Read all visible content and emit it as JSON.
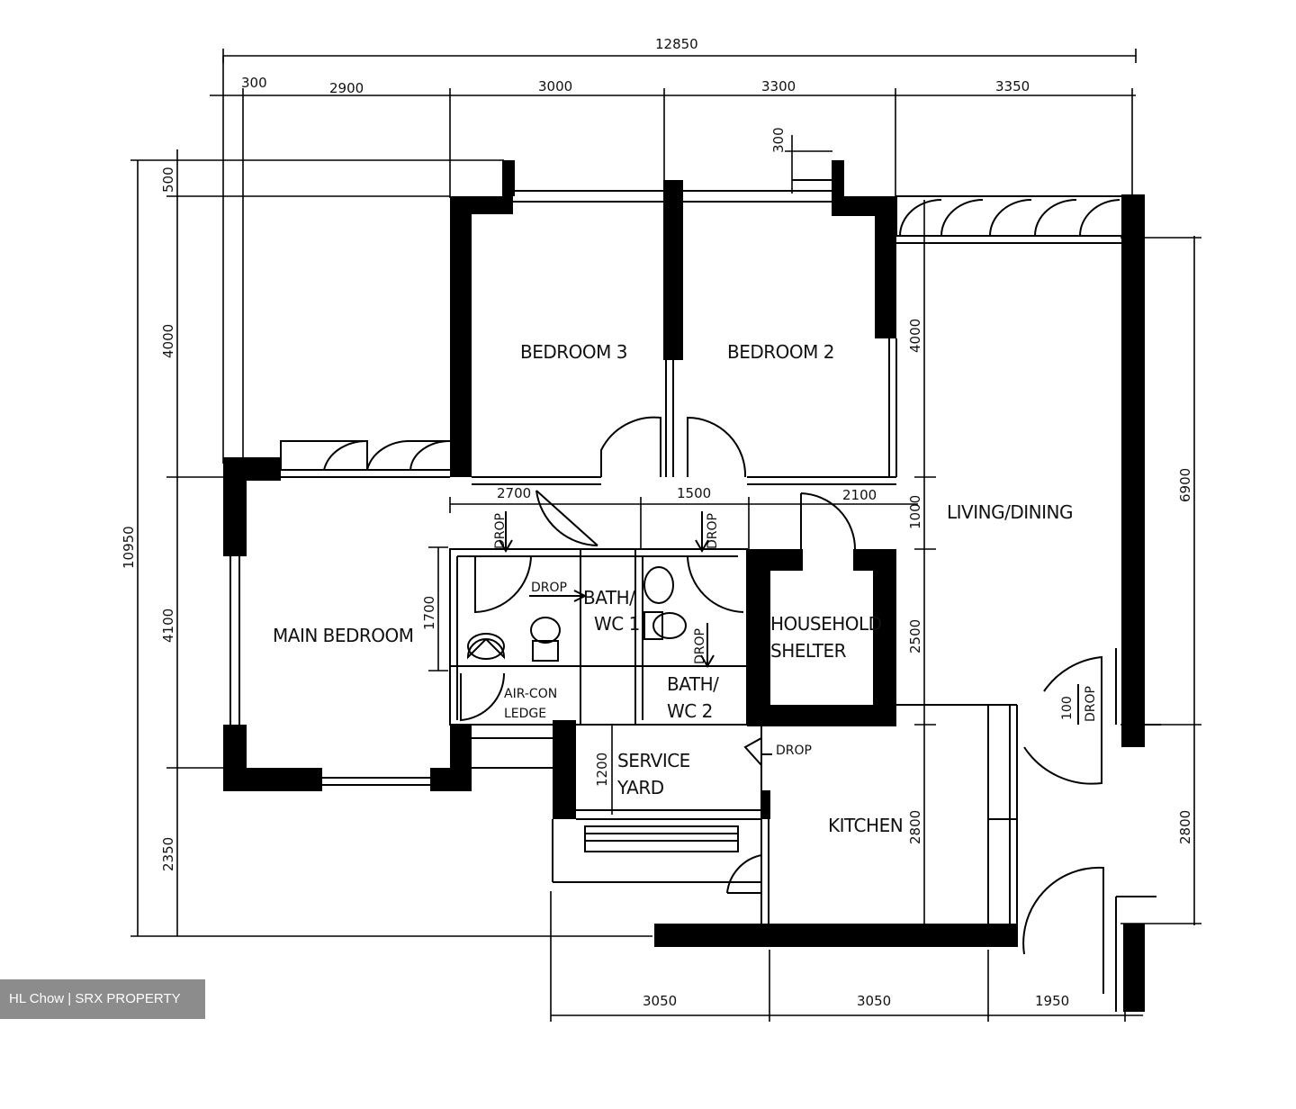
{
  "rooms": {
    "bedroom3": "BEDROOM 3",
    "bedroom2": "BEDROOM 2",
    "living_dining": "LIVING/DINING",
    "main_bedroom": "MAIN BEDROOM",
    "bath1_l1": "BATH/",
    "bath1_l2": "WC 1",
    "bath2_l1": "BATH/",
    "bath2_l2": "WC 2",
    "shelter_l1": "HOUSEHOLD",
    "shelter_l2": "SHELTER",
    "aircon_l1": "AIR-CON",
    "aircon_l2": "LEDGE",
    "service_l1": "SERVICE",
    "service_l2": "YARD",
    "kitchen": "KITCHEN"
  },
  "drops": {
    "drop_bed3": "DROP",
    "drop_bed2": "DROP",
    "drop_bath1": "DROP",
    "drop_bath2": "DROP",
    "drop_yard": "DROP",
    "drop_entry": "DROP"
  },
  "dimensions": {
    "total_width": "12850",
    "top_300": "300",
    "top_2900": "2900",
    "top_3000": "3000",
    "top_3300": "3300",
    "top_3350": "3350",
    "bay_300": "300",
    "left_500": "500",
    "left_4000": "4000",
    "left_10950": "10950",
    "left_4100": "4100",
    "left_2350": "2350",
    "mid_2700": "2700",
    "mid_1500": "1500",
    "mid_2100": "2100",
    "mid_1000": "1000",
    "mid_4000": "4000",
    "mid_2500": "2500",
    "mid_1700": "1700",
    "mid_1200": "1200",
    "mid_2800": "2800",
    "right_6900": "6900",
    "right_2800": "2800",
    "entry_100": "100",
    "bottom_3050a": "3050",
    "bottom_3050b": "3050",
    "bottom_1950": "1950"
  },
  "watermark": "HL Chow | SRX PROPERTY"
}
